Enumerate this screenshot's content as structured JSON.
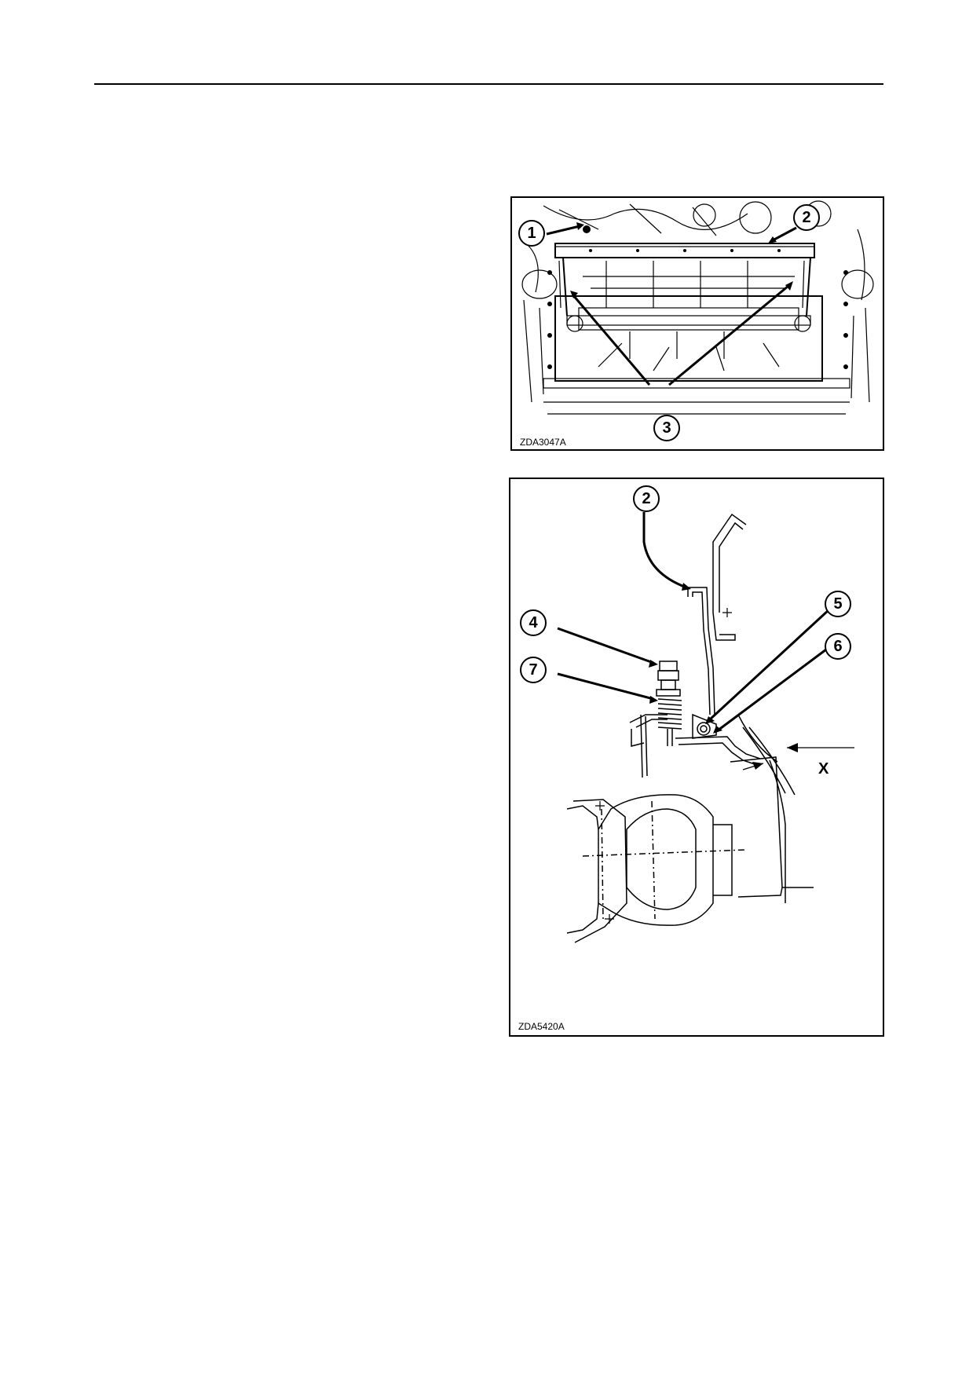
{
  "figure_top": {
    "code": "ZDA3047A",
    "callouts": {
      "c1": "1",
      "c2": "2",
      "c3": "3"
    }
  },
  "figure_bottom": {
    "code": "ZDA5420A",
    "callouts": {
      "c2": "2",
      "c4": "4",
      "c5": "5",
      "c6": "6",
      "c7": "7"
    },
    "dimension_label": "X"
  }
}
